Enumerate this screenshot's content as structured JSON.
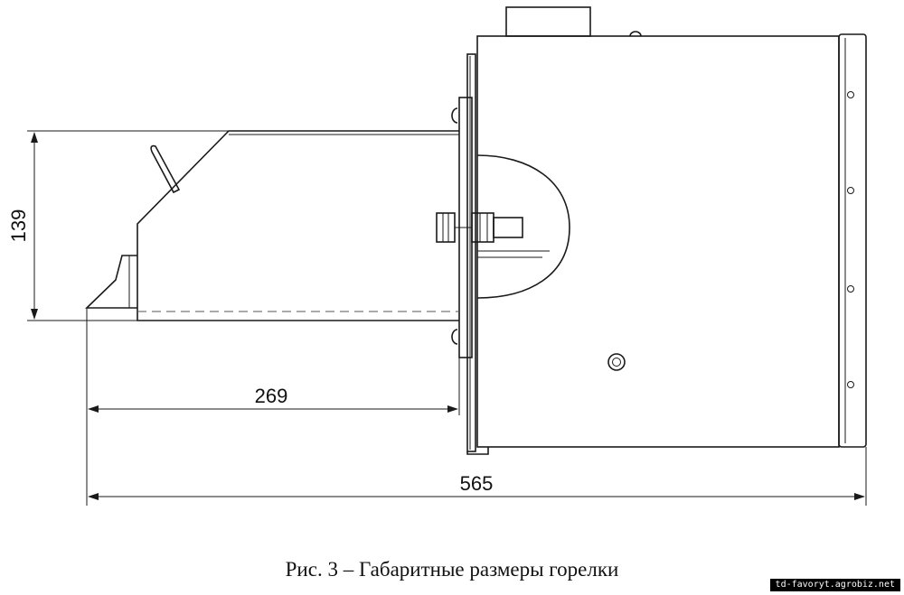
{
  "dimensions": {
    "height": "139",
    "front_length": "269",
    "total_length": "565"
  },
  "caption": "Рис. 3 – Габаритные размеры горелки",
  "watermark": "td-favoryt.agrobiz.net"
}
